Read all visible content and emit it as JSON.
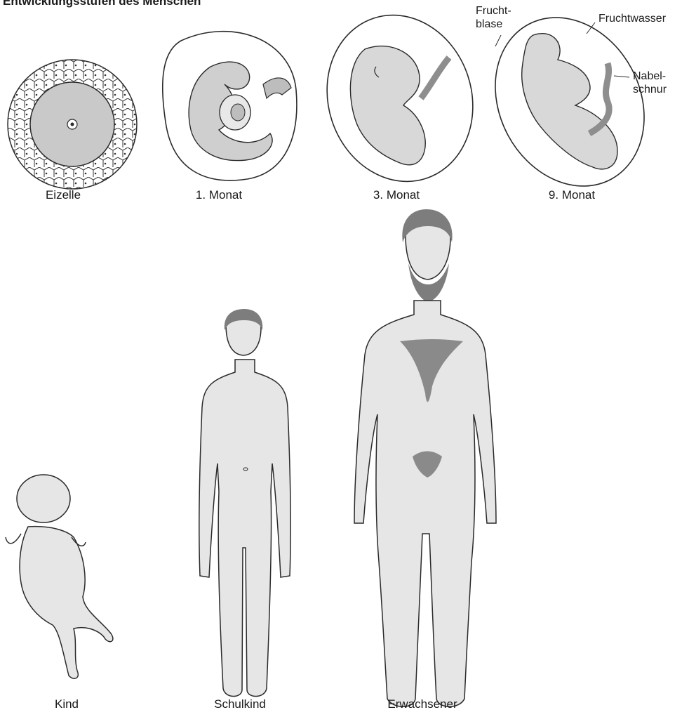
{
  "title": "Entwicklungsstufen des Menschen",
  "stages": {
    "egg": "Eizelle",
    "month1": "1. Monat",
    "month3": "3. Monat",
    "month9": "9. Monat",
    "child": "Kind",
    "schoolchild": "Schulkind",
    "adult": "Erwachsener"
  },
  "annotations": {
    "amniotic_sac_line1": "Frucht-",
    "amniotic_sac_line2": "blase",
    "amniotic_fluid": "Fruchtwasser",
    "umbilical_line1": "Nabel-",
    "umbilical_line2": "schnur"
  },
  "colors": {
    "skin": "#e6e6e6",
    "shade": "#c4c4c4",
    "hair": "#7d7d7d",
    "outline": "#2a2a2a"
  }
}
